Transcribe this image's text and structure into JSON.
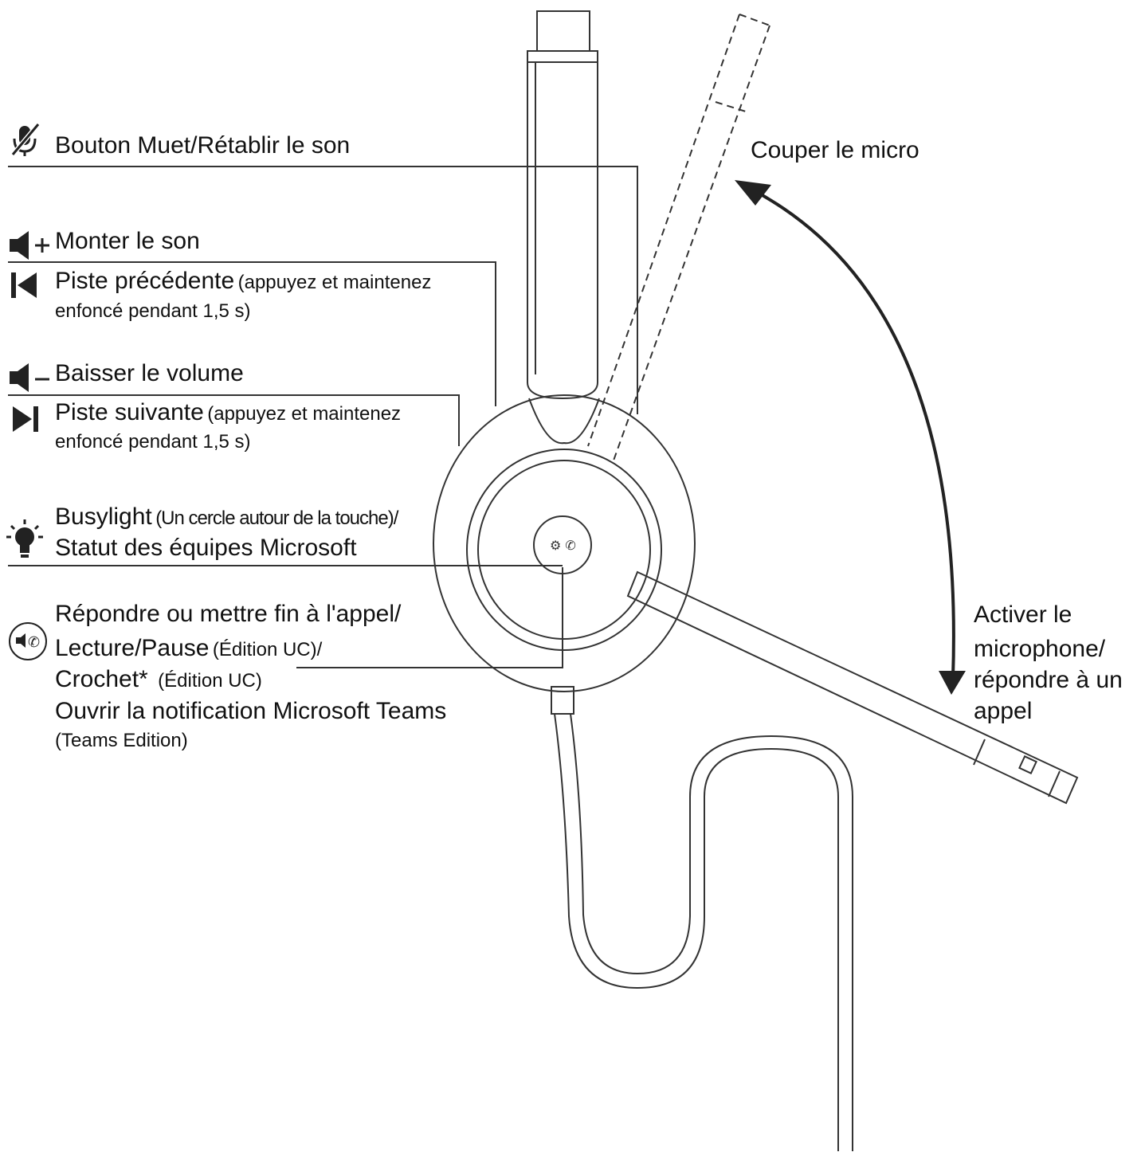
{
  "labels": {
    "mute": "Bouton Muet/Rétablir le son",
    "vol_up": "Monter le son",
    "prev_track": "Piste précédente",
    "prev_track_note": "(appuyez et maintenez",
    "prev_track_note2": "enfoncé pendant 1,5 s)",
    "vol_down": "Baisser le volume",
    "next_track": "Piste suivante",
    "next_track_note": "(appuyez et maintenez",
    "next_track_note2": "enfoncé pendant 1,5 s)",
    "busylight": "Busylight",
    "busylight_note": "(Un cercle autour de la touche)/",
    "teams_status": "Statut des équipes Microsoft",
    "answer_end": "Répondre ou mettre fin à l'appel/",
    "play_pause": "Lecture/Pause",
    "play_pause_note": "(Édition UC)/",
    "hook": "Crochet*",
    "hook_note": "(Édition UC)",
    "teams_notif": "Ouvrir la notification Microsoft Teams",
    "teams_edition": "(Teams Edition)",
    "mic_mute": "Couper le micro",
    "mic_active_1": "Activer le",
    "mic_active_2": "microphone/",
    "mic_active_3": "répondre à un",
    "mic_active_4": "appel"
  },
  "icons": [
    "mic-mute-icon",
    "volume-up-icon",
    "previous-track-icon",
    "volume-down-icon",
    "next-track-icon",
    "busylight-icon",
    "call-button-icon"
  ],
  "colors": {
    "line": "#333333",
    "text": "#111111",
    "background": "#ffffff"
  }
}
